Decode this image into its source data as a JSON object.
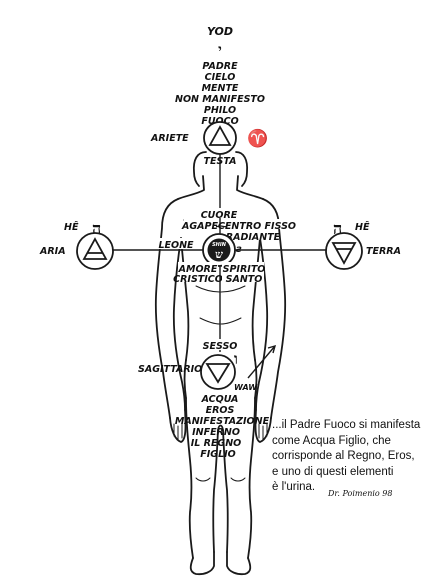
{
  "top": {
    "label": "YOD",
    "hebrew": "י",
    "lines": [
      "PADRE",
      "CIELO",
      "MENTE",
      "NON MANIFESTO",
      "PHILO",
      "FUOCO"
    ]
  },
  "head_center": {
    "left_label": "ARIETE",
    "zodiac_glyph": "♈",
    "below_label": "TESTA"
  },
  "heart_center": {
    "lines": [
      "CUORE",
      "AGAPE",
      "CENTRO FISSO",
      "RADIANTE"
    ],
    "leone": "LEONE",
    "inner_label": "SHIN",
    "inner_hebrew": "ש",
    "glyph_sun": "☉",
    "left_lower": [
      "AMORE",
      "CRISTICO"
    ],
    "right_lower": [
      "SPIRITO",
      "SANTO"
    ]
  },
  "left_element": {
    "label": "ARIA",
    "hebrew_label": "HÊ",
    "hebrew": "ה"
  },
  "right_element": {
    "label": "TERRA",
    "hebrew_label": "HÊ",
    "hebrew": "ה"
  },
  "sex_center": {
    "label": "SESSO",
    "left_label": "SAGITTARIO",
    "right_label": "WAW",
    "hebrew": "ו",
    "lines": [
      "ACQUA",
      "EROS",
      "MANIFESTAZIONE",
      "INFERNO",
      "IL REGNO",
      "FIGLIO"
    ]
  },
  "caption": [
    "...il Padre Fuoco si manifesta",
    "come Acqua Figlio, che",
    "corrisponde al Regno, Eros,",
    "e uno di questi elementi",
    "è l'urina."
  ],
  "signature": "Dr. Poimenio 98"
}
